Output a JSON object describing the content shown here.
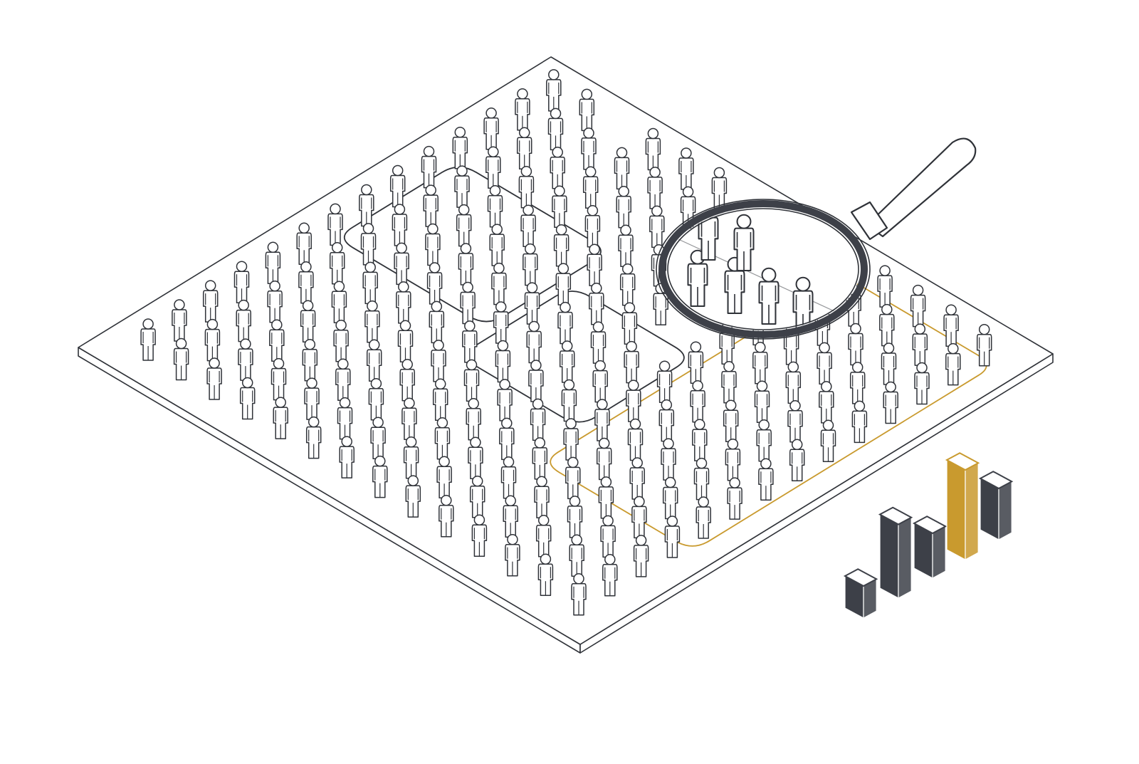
{
  "illustration": {
    "subject": "isometric-population-sampling",
    "icons": [
      "person-icon",
      "magnifying-glass-icon",
      "bar-chart-icon"
    ],
    "colors": {
      "background": "#ffffff",
      "line": "#2f3238",
      "accent": "#c99a2e",
      "bar_dark": "#3d4048",
      "platform_fill": "#ffffff"
    },
    "groups": [
      "group-outline-top",
      "group-outline-middle",
      "group-outline-highlighted"
    ],
    "highlighted_group": "group-outline-highlighted",
    "bar_chart": {
      "bars": [
        {
          "value": 1,
          "color": "dark"
        },
        {
          "value": 2.3,
          "color": "dark"
        },
        {
          "value": 1.4,
          "color": "dark"
        },
        {
          "value": 2.8,
          "color": "accent"
        },
        {
          "value": 1.6,
          "color": "dark"
        }
      ]
    }
  }
}
